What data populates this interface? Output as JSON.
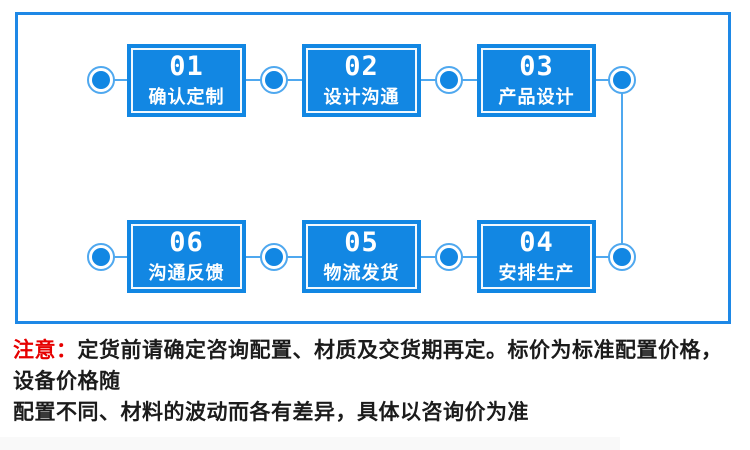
{
  "flow": {
    "steps": [
      {
        "num": "01",
        "label": "确认定制"
      },
      {
        "num": "02",
        "label": "设计沟通"
      },
      {
        "num": "03",
        "label": "产品设计"
      },
      {
        "num": "04",
        "label": "安排生产"
      },
      {
        "num": "05",
        "label": "物流发货"
      },
      {
        "num": "06",
        "label": "沟通反馈"
      }
    ]
  },
  "note": {
    "prefix": "注意：",
    "line1": "定货前请确定咨询配置、材质及交货期再定。标价为标准配置价格，设备价格随",
    "line2": "配置不同、材料的波动而各有差异，具体以咨询价为准"
  },
  "colors": {
    "box_blue": "#1287e3",
    "frame_blue": "#1e88e6",
    "connector_blue": "#4fa8ef",
    "note_red": "#e60000",
    "note_text": "#1b1b1b"
  }
}
